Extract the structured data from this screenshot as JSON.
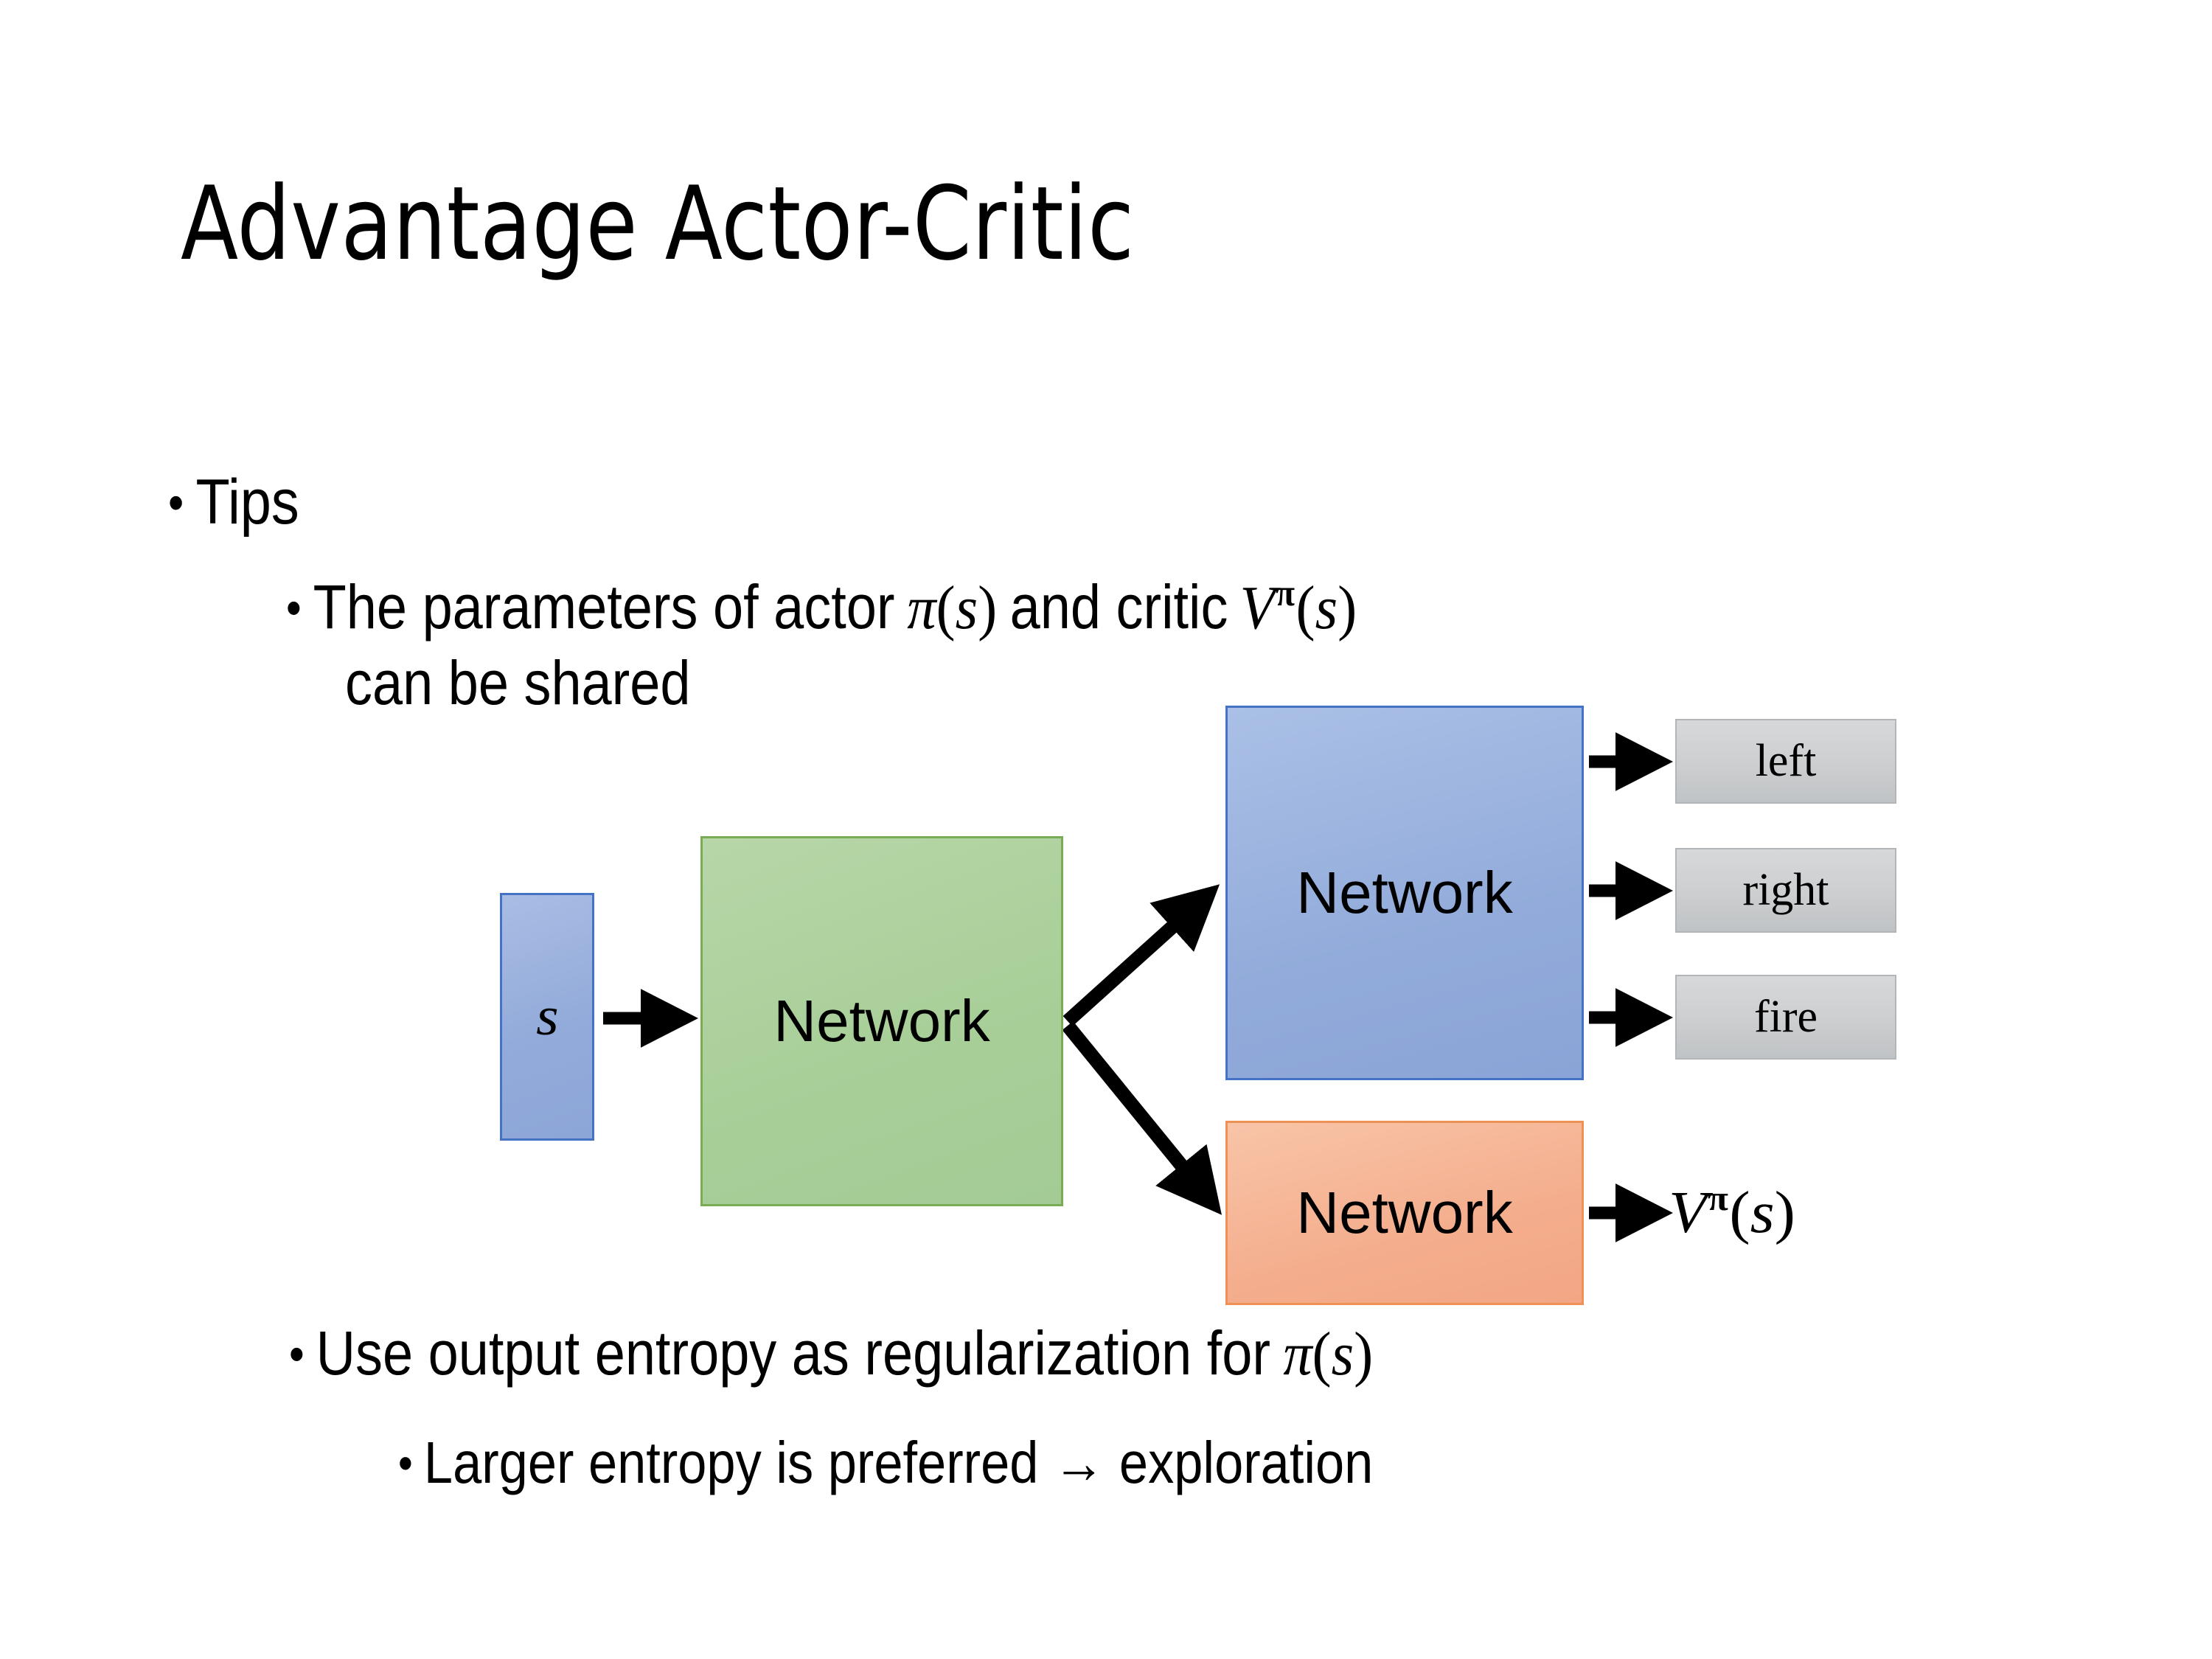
{
  "slide": {
    "title": "Advantage Actor-Critic",
    "background_color": "#FFFFFF"
  },
  "bullets": {
    "tips": "Tips",
    "params_line": {
      "pre": "The parameters of actor ",
      "pi_symbol": "π",
      "open_paren": "(",
      "state_symbol": "s",
      "close_paren": ")",
      "mid": "  and critic ",
      "v_symbol": "V",
      "v_sup": "π",
      "tail": ""
    },
    "shared_line": "can be shared",
    "entropy_line": {
      "pre": "Use output entropy as regularization for ",
      "pi_symbol": "π",
      "open_paren": "(",
      "state_symbol": "s",
      "close_paren": ")"
    },
    "larger_line": "Larger entropy is preferred → exploration",
    "bullet_glyph": "•"
  },
  "diagram": {
    "state_box": {
      "label": "s",
      "fill": "#93ABDA",
      "border": "#4472C4"
    },
    "shared_network": {
      "label": "Network",
      "fill": "#A9CF99",
      "border": "#7AAB55"
    },
    "actor_network": {
      "label": "Network",
      "fill": "#92ABDA",
      "border": "#4472C4"
    },
    "critic_network": {
      "label": "Network",
      "fill": "#F4AE8D",
      "border": "#ED9254"
    },
    "actions": [
      {
        "label": "left",
        "fill": "#CCCED0",
        "border": "#B3B6B8"
      },
      {
        "label": "right",
        "fill": "#CCCED0",
        "border": "#B3B6B8"
      },
      {
        "label": "fire",
        "fill": "#CCCED0",
        "border": "#B3B6B8"
      }
    ],
    "value_output": {
      "v_symbol": "V",
      "v_sup": "π",
      "open_paren": "(",
      "state_symbol": "s",
      "close_paren": ")"
    },
    "arrow_color": "#000000"
  }
}
